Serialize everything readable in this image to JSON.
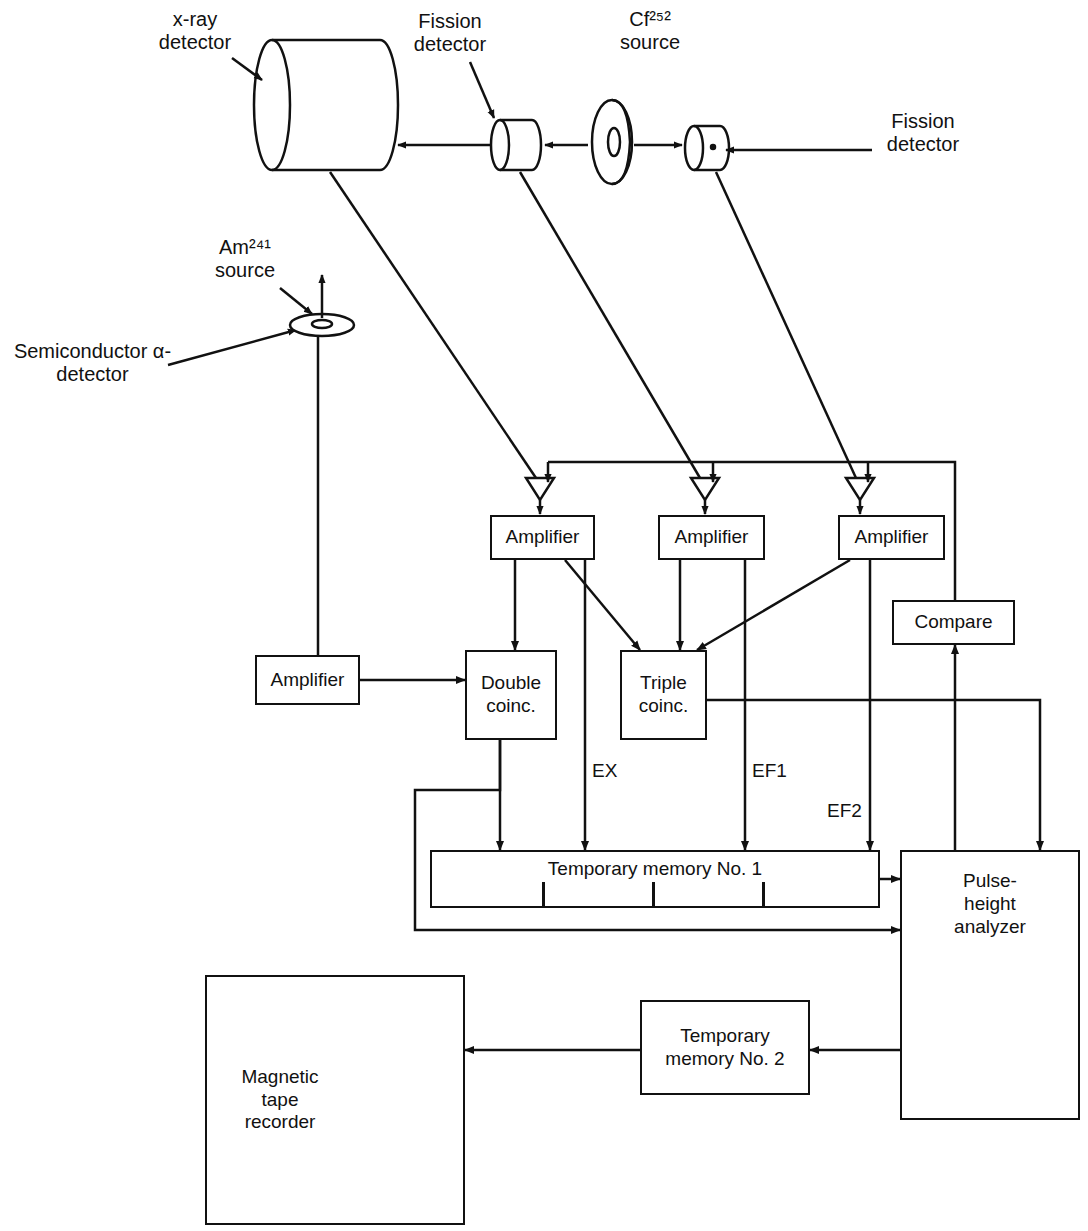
{
  "diagram": {
    "nodes": [
      {
        "text": [
          "Amplifier"
        ]
      },
      {
        "text": [
          "Amplifier"
        ]
      },
      {
        "text": [
          "Amplifier"
        ]
      },
      {
        "text": [
          "Compare"
        ]
      },
      {
        "text": [
          "Amplifier"
        ]
      },
      {
        "text": [
          "Double coinc."
        ]
      },
      {
        "text": [
          "Triple coinc."
        ]
      },
      {
        "text": [
          "Temporary memory No. 1"
        ]
      },
      {
        "text": [
          "Pulse-height analyzer"
        ]
      },
      {
        "text": [
          "Magnetic tape recorder"
        ]
      },
      {
        "text": [
          "Temporary memory No. 2"
        ]
      }
    ],
    "edges": [
      {
        "from": 0,
        "to": 5,
        "arrow": "to"
      },
      {
        "from": 0,
        "to": 6,
        "arrow": "to"
      },
      {
        "from": 1,
        "to": 6,
        "arrow": "to"
      },
      {
        "from": 2,
        "to": 6,
        "arrow": "to"
      },
      {
        "from": 0,
        "to": 7,
        "label": "EX",
        "arrow": "to"
      },
      {
        "from": 1,
        "to": 7,
        "label": "EF1",
        "arrow": "to"
      },
      {
        "from": 2,
        "to": 7,
        "label": "EF2",
        "arrow": "to"
      },
      {
        "from": 4,
        "to": 5,
        "arrow": "to"
      },
      {
        "from": 5,
        "to": 7,
        "arrow": "to"
      },
      {
        "from": 5,
        "to": 8,
        "arrow": "to"
      },
      {
        "from": 6,
        "to": 8,
        "arrow": "to"
      },
      {
        "from": 7,
        "to": 8,
        "arrow": "to"
      },
      {
        "from": 8,
        "to": 3,
        "arrow": "to"
      },
      {
        "from": 8,
        "to": 10,
        "arrow": "to"
      },
      {
        "from": 10,
        "to": 9,
        "arrow": "to"
      }
    ],
    "labels": [
      "x-ray detector",
      "Fission detector",
      "Cf²⁵² source",
      "Fission detector",
      "Am²⁴¹ source",
      "Semiconductor α-detector"
    ]
  }
}
